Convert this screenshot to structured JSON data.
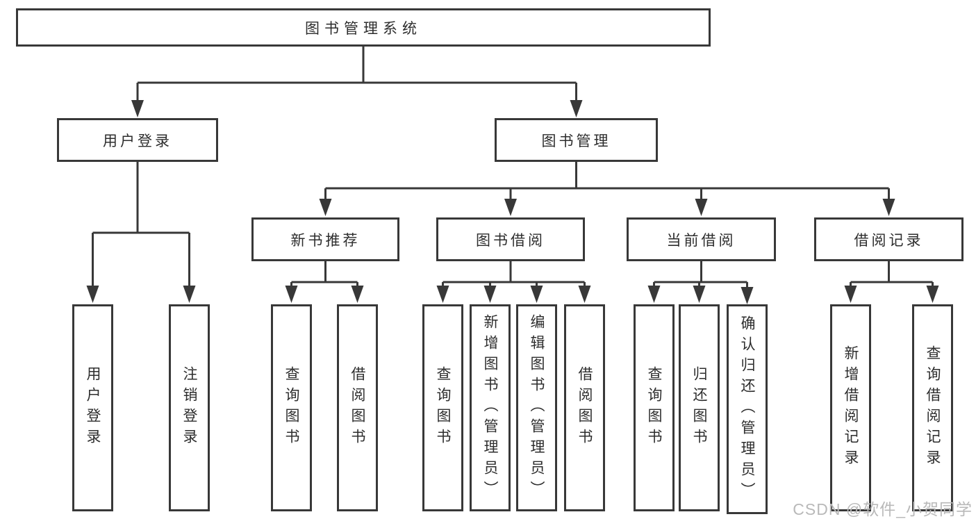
{
  "diagram": {
    "root": {
      "label": "图书管理系统"
    },
    "branches": [
      {
        "label": "用户登录"
      },
      {
        "label": "图书管理"
      }
    ],
    "modules": [
      {
        "label": "新书推荐"
      },
      {
        "label": "图书借阅"
      },
      {
        "label": "当前借阅"
      },
      {
        "label": "借阅记录"
      }
    ],
    "leaves": [
      {
        "label": "用户登录"
      },
      {
        "label": "注销登录"
      },
      {
        "label": "查询图书"
      },
      {
        "label": "借阅图书"
      },
      {
        "label": "查询图书"
      },
      {
        "label": "新增图书（管理员）"
      },
      {
        "label": "编辑图书（管理员）"
      },
      {
        "label": "借阅图书"
      },
      {
        "label": "查询图书"
      },
      {
        "label": "归还图书"
      },
      {
        "label": "确认归还（管理员）"
      },
      {
        "label": "新增借阅记录"
      },
      {
        "label": "查询借阅记录"
      }
    ]
  },
  "watermark": "CSDN @软件_小贺同学",
  "colors": {
    "line": "#383838",
    "text": "#2d2d2d",
    "watermark": "#b9b9b9",
    "background": "#ffffff"
  }
}
